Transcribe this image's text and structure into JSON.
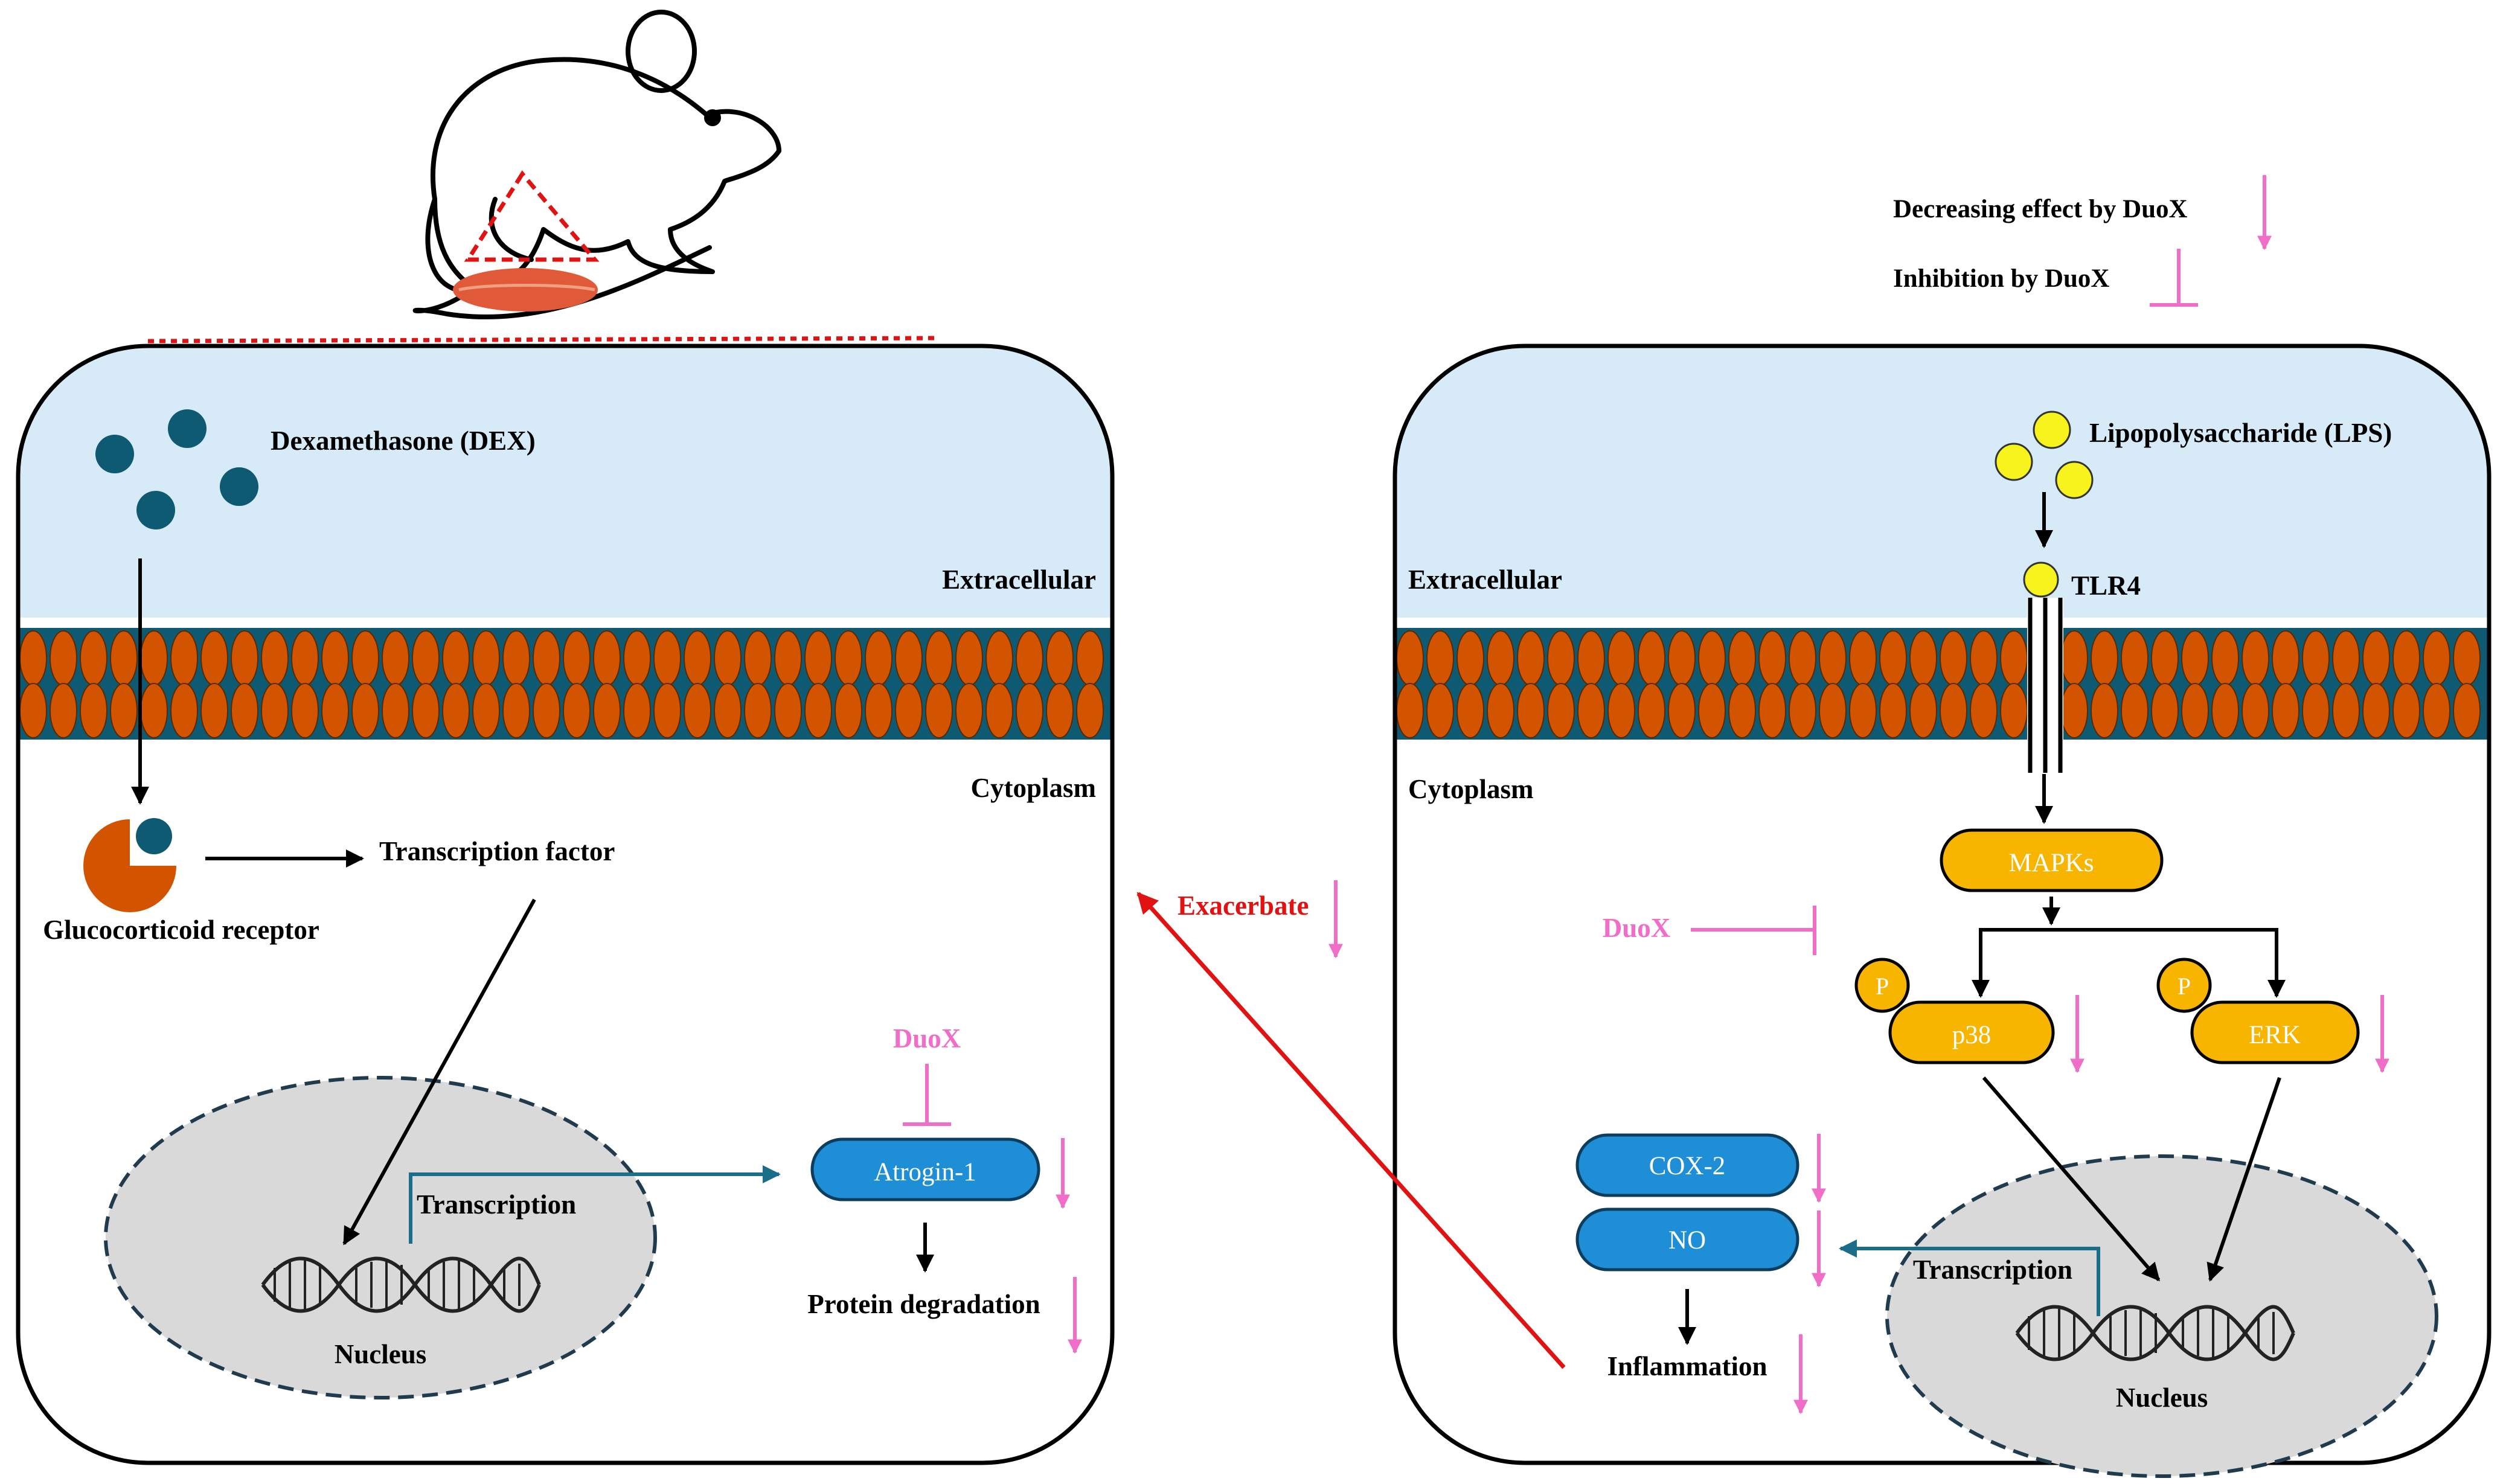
{
  "colors": {
    "extracellular": "#d6eaf8",
    "membrane_core": "#0e5a73",
    "lipid": "#d35400",
    "dex_particle": "#0e5a73",
    "lps_particle": "#f7f31c",
    "kinase": "#f7b500",
    "target": "#1e8fd6",
    "nucleus": "#d9d9d9",
    "transcription_arrow": "#1a6e8a",
    "duox": "#f06ec8",
    "exacerbate": "#e11212",
    "black": "#000000"
  },
  "legend": {
    "decreasing": "Decreasing effect by DuoX",
    "inhibition": "Inhibition by DuoX"
  },
  "left_cell": {
    "ligand": "Dexamethasone (DEX)",
    "extracellular": "Extracellular",
    "cytoplasm": "Cytoplasm",
    "receptor": "Glucocorticoid receptor",
    "tf": "Transcription factor",
    "transcription": "Transcription",
    "nucleus": "Nucleus",
    "duox": "DuoX",
    "atrogin": "Atrogin-1",
    "degradation": "Protein degradation"
  },
  "right_cell": {
    "ligand": "Lipopolysaccharide (LPS)",
    "receptor": "TLR4",
    "extracellular": "Extracellular",
    "cytoplasm": "Cytoplasm",
    "mapks": "MAPKs",
    "duox": "DuoX",
    "phospho": "P",
    "p38": "p38",
    "erk": "ERK",
    "cox2": "COX-2",
    "no": "NO",
    "transcription": "Transcription",
    "nucleus": "Nucleus",
    "inflammation": "Inflammation"
  },
  "link": {
    "exacerbate": "Exacerbate"
  }
}
